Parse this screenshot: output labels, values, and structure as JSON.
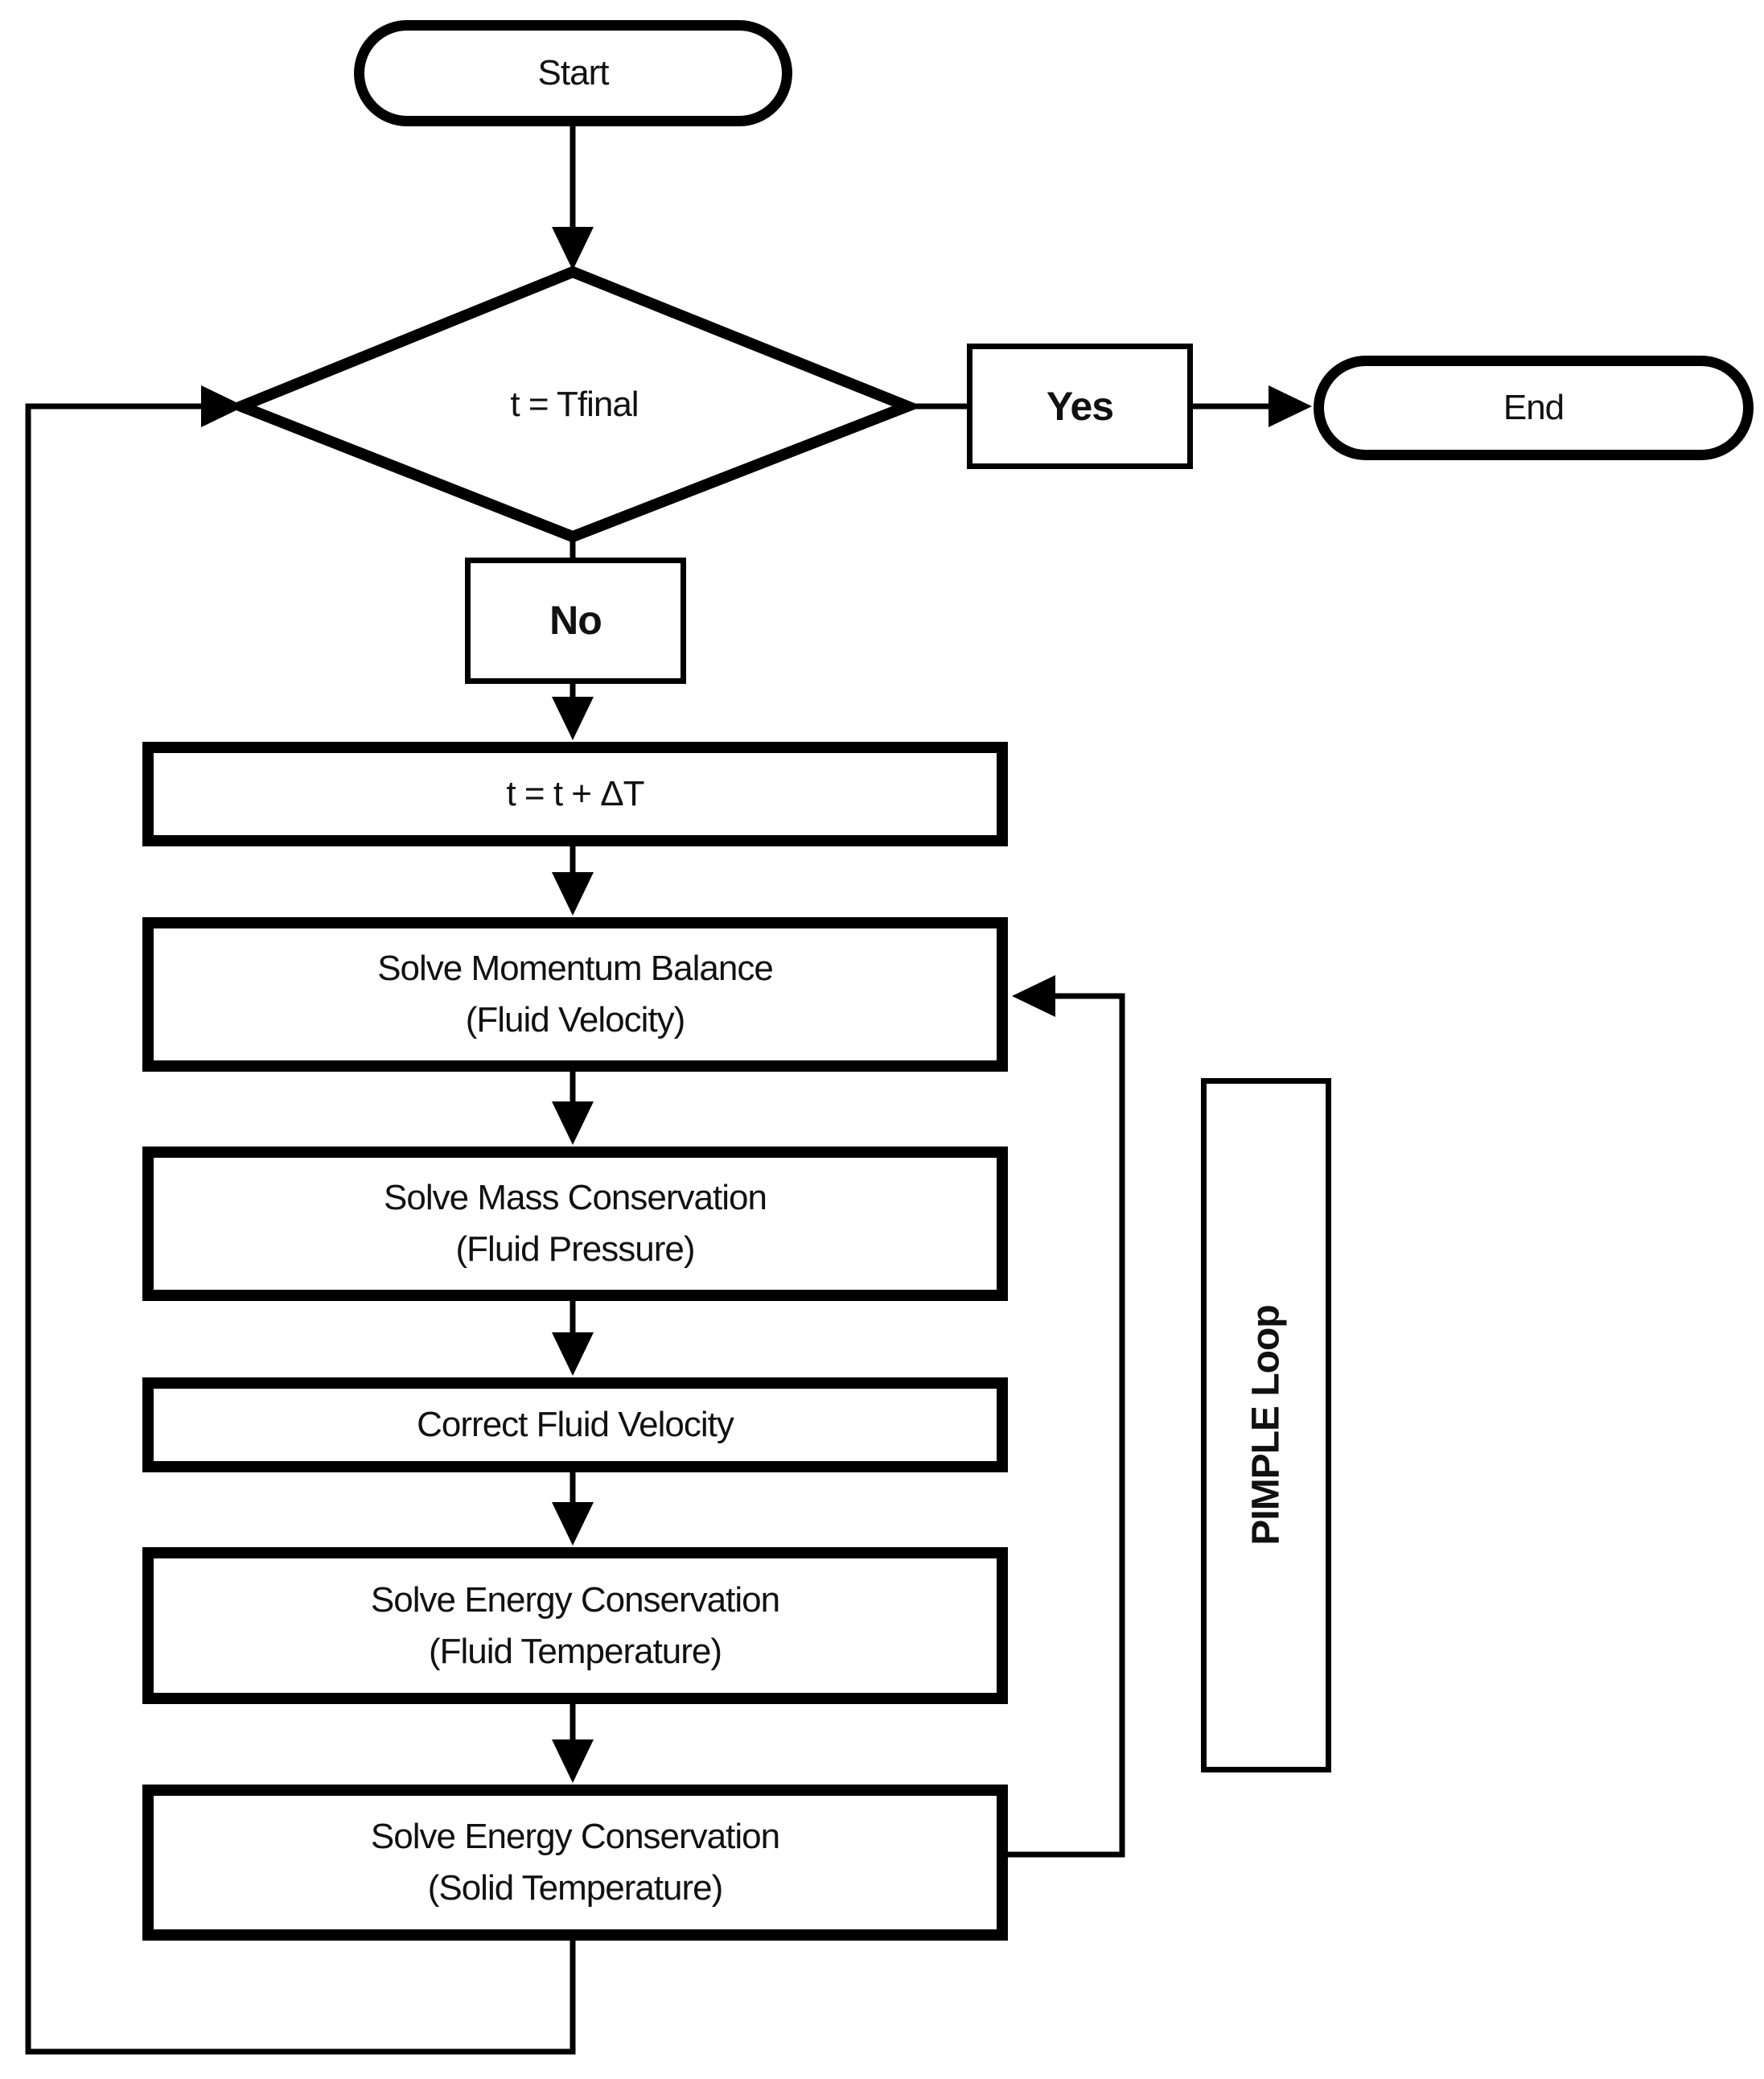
{
  "nodes": {
    "start": {
      "label": "Start"
    },
    "decision": {
      "label": "t = Tfinal"
    },
    "yes": {
      "label": "Yes"
    },
    "end": {
      "label": "End"
    },
    "no": {
      "label": "No"
    },
    "step_time": {
      "label": "t = t + ΔT"
    },
    "step_momentum": {
      "line1": "Solve Momentum Balance",
      "line2": "(Fluid Velocity)"
    },
    "step_mass": {
      "line1": "Solve Mass Conservation",
      "line2": "(Fluid Pressure)"
    },
    "step_correct": {
      "label": "Correct Fluid Velocity"
    },
    "step_energy_fluid": {
      "line1": "Solve Energy Conservation",
      "line2": "(Fluid Temperature)"
    },
    "step_energy_solid": {
      "line1": "Solve Energy Conservation",
      "line2": "(Solid Temperature)"
    },
    "pimple": {
      "label": "PIMPLE Loop"
    }
  },
  "colors": {
    "stroke": "#000000",
    "background": "#ffffff"
  }
}
